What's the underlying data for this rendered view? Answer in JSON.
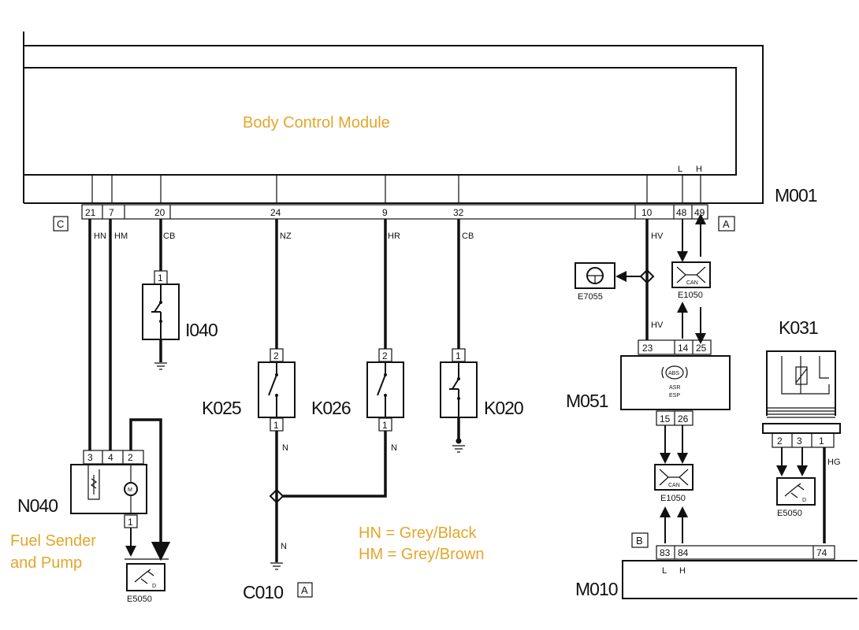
{
  "title": "Body Control Module",
  "m001": {
    "id": "M001",
    "connector_c": "C",
    "connector_a": "A",
    "pin_l": "L",
    "pin_h": "H",
    "pins": [
      "21",
      "7",
      "20",
      "24",
      "9",
      "32",
      "10",
      "48",
      "49"
    ]
  },
  "wires": {
    "hn": "HN",
    "hm": "HM",
    "cb1": "CB",
    "nz": "NZ",
    "hr": "HR",
    "cb2": "CB",
    "hv1": "HV",
    "hv2": "HV",
    "n1": "N",
    "n2": "N",
    "n3": "N",
    "hg": "HG"
  },
  "i040": {
    "id": "I040",
    "pin": "1"
  },
  "k025": {
    "id": "K025",
    "pin_top": "2",
    "pin_bottom": "1"
  },
  "k026": {
    "id": "K026",
    "pin_top": "2",
    "pin_bottom": "1"
  },
  "k020": {
    "id": "K020",
    "pin_top": "1"
  },
  "e7055": {
    "id": "E7055"
  },
  "e1050_top": {
    "id": "E1050",
    "tag": "CAN"
  },
  "e1050_bottom": {
    "id": "E1050",
    "tag": "CAN"
  },
  "m051": {
    "id": "M051",
    "pins_top": [
      "23",
      "14",
      "25"
    ],
    "pins_bottom": [
      "15",
      "26"
    ],
    "badge": "ABS",
    "line1": "ASR",
    "line2": "ESP"
  },
  "k031": {
    "id": "K031",
    "pins": [
      "2",
      "3",
      "1"
    ]
  },
  "e5050_right": {
    "id": "E5050",
    "tag": "D"
  },
  "e5050_left": {
    "id": "E5050",
    "tag": "D"
  },
  "n040": {
    "id": "N040",
    "pins_top": [
      "3",
      "4",
      "2"
    ],
    "pin_bottom": "1",
    "motor": "M"
  },
  "fuel_note": {
    "line1": "Fuel Sender",
    "line2": "and Pump"
  },
  "legend": {
    "line1": "HN = Grey/Black",
    "line2": "HM = Grey/Brown"
  },
  "c010": {
    "id": "C010",
    "connector": "A"
  },
  "m010": {
    "id": "M010",
    "connector": "B",
    "pins": [
      "83",
      "84",
      "74"
    ],
    "pin_l": "L",
    "pin_h": "H"
  }
}
